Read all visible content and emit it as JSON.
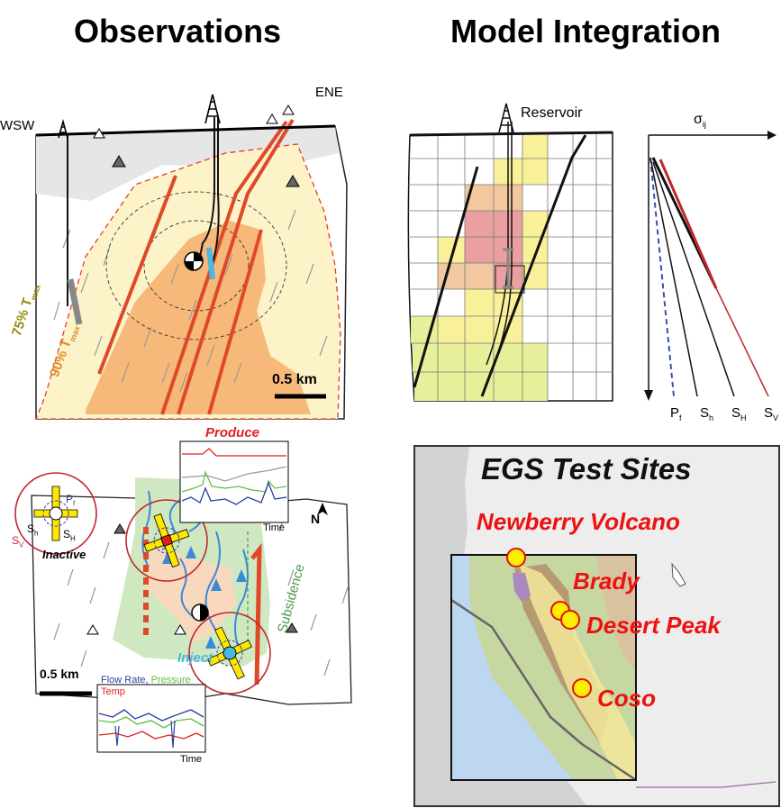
{
  "headings": {
    "left": "Observations",
    "right": "Model Integration"
  },
  "cross_section": {
    "wsw": "WSW",
    "ene": "ENE",
    "t75": "75% T",
    "t90": "90% T",
    "tmax_sub": "max",
    "scale": "0.5 km",
    "colors": {
      "zone75": "#fdf3c8",
      "zone90": "#f6b97a",
      "fault": "#e0482a",
      "overburden": "#e6e6e6"
    }
  },
  "map_view": {
    "produce": "Produce",
    "inject": "Inject",
    "inactive": "Inactive",
    "subsidence": "Subsidence",
    "scale": "0.5 km",
    "north": "N",
    "stress": {
      "pf": "P",
      "pf_sub": "f",
      "sh": "S",
      "sh_sub": "h",
      "sH": "S",
      "sH_sub": "H",
      "sv": "S",
      "sv_sub": "V"
    },
    "inset_top": {
      "xlabel": "Time"
    },
    "inset_bottom": {
      "flow": "Flow Rate,",
      "pressure": "Pressure",
      "temp": "Temp",
      "xlabel": "Time"
    },
    "colors": {
      "produce": "#e02020",
      "inject": "#4ab8e0",
      "subsidence": "#4e9a4e",
      "flow": "#2a3fa0",
      "pressure": "#5bbf3a",
      "temp": "#e02020"
    }
  },
  "model": {
    "reservoir": "Reservoir",
    "sigma": "σ",
    "sigma_sub": "ij",
    "profiles": [
      {
        "sym": "P",
        "sub": "f"
      },
      {
        "sym": "S",
        "sub": "h"
      },
      {
        "sym": "S",
        "sub": "H"
      },
      {
        "sym": "S",
        "sub": "V"
      }
    ]
  },
  "egs": {
    "title": "EGS Test Sites",
    "sites": [
      "Newberry Volcano",
      "Brady",
      "Desert Peak",
      "Coso"
    ],
    "colors": {
      "site_fill": "#ffee00",
      "site_ring": "#e01010",
      "ocean": "#bcd7ef"
    }
  }
}
